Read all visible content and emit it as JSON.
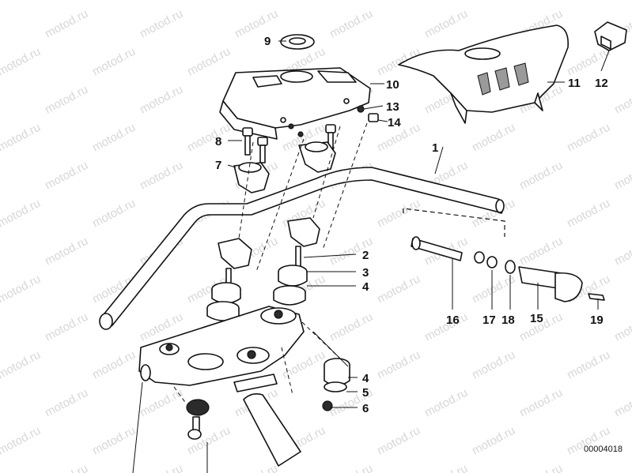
{
  "watermark": "motod.ru",
  "reference_code": "00004018",
  "callouts": [
    {
      "id": "1",
      "label": "1"
    },
    {
      "id": "2",
      "label": "2"
    },
    {
      "id": "3a",
      "label": "3"
    },
    {
      "id": "4a",
      "label": "4"
    },
    {
      "id": "4b",
      "label": "4"
    },
    {
      "id": "5",
      "label": "5"
    },
    {
      "id": "6",
      "label": "6"
    },
    {
      "id": "7",
      "label": "7"
    },
    {
      "id": "8",
      "label": "8"
    },
    {
      "id": "9",
      "label": "9"
    },
    {
      "id": "10",
      "label": "10"
    },
    {
      "id": "11",
      "label": "11"
    },
    {
      "id": "12",
      "label": "12"
    },
    {
      "id": "13",
      "label": "13"
    },
    {
      "id": "14",
      "label": "14"
    },
    {
      "id": "15",
      "label": "15"
    },
    {
      "id": "16",
      "label": "16"
    },
    {
      "id": "17",
      "label": "17"
    },
    {
      "id": "18",
      "label": "18"
    },
    {
      "id": "19",
      "label": "19"
    }
  ]
}
